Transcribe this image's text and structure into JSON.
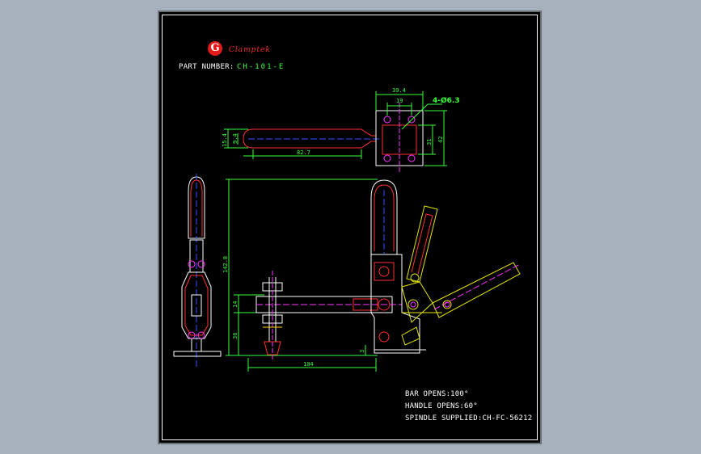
{
  "logo": {
    "letter": "G",
    "wordmark": "Clamptek"
  },
  "part": {
    "label": "PART NUMBER:",
    "value": "CH-101-E"
  },
  "dimensions": {
    "top_width": "39.4",
    "hole_spacing": "19",
    "hole_callout": "4-Ø6.3",
    "handle_length": "82.7",
    "handle_h1": "15.4",
    "handle_h2": "9.4",
    "base_h1": "31",
    "base_h2": "42",
    "total_height": "142.8",
    "side_14": "14",
    "side_36": "36",
    "small_3": "3",
    "reach": "104"
  },
  "notes": {
    "bar_opens": "BAR OPENS:100°",
    "handle_opens": "HANDLE OPENS:60°",
    "spindle": "SPINDLE SUPPLIED:CH-FC-56212"
  },
  "colors": {
    "background": "#a7b1bd",
    "sheet": "#000000",
    "dimension": "#39ff39",
    "part_red": "#ff3030",
    "part_white": "#ffffff",
    "part_yellow": "#e6e600",
    "center_magenta": "#ff33ff",
    "center_blue": "#3355ff"
  }
}
